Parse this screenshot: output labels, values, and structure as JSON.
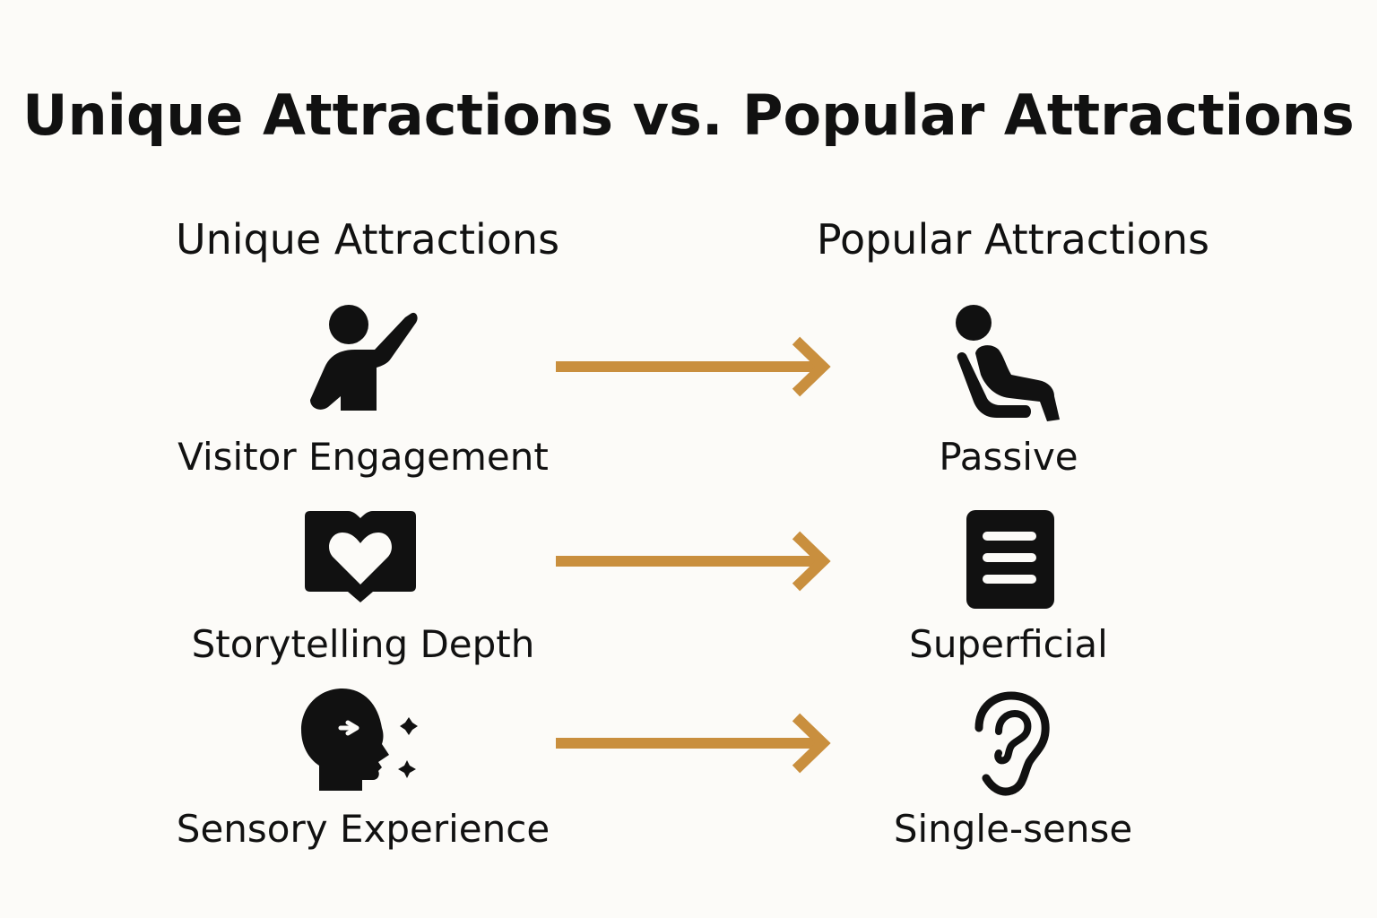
{
  "title": "Unique Attractions vs. Popular Attractions",
  "columns": {
    "left": "Unique Attractions",
    "right": "Popular Attractions"
  },
  "rows": [
    {
      "left_label": "Visitor Engagement",
      "left_icon": "person-raising-hand-icon",
      "right_label": "Passive",
      "right_icon": "person-seated-icon"
    },
    {
      "left_label": "Storytelling Depth",
      "left_icon": "book-heart-icon",
      "right_label": "Superficial",
      "right_icon": "document-lines-icon"
    },
    {
      "left_label": "Sensory Experience",
      "left_icon": "head-sparkles-icon",
      "right_label": "Single-sense",
      "right_icon": "ear-icon"
    }
  ],
  "colors": {
    "background": "#fcfbf8",
    "text": "#111111",
    "arrow": "#c98f3e"
  }
}
